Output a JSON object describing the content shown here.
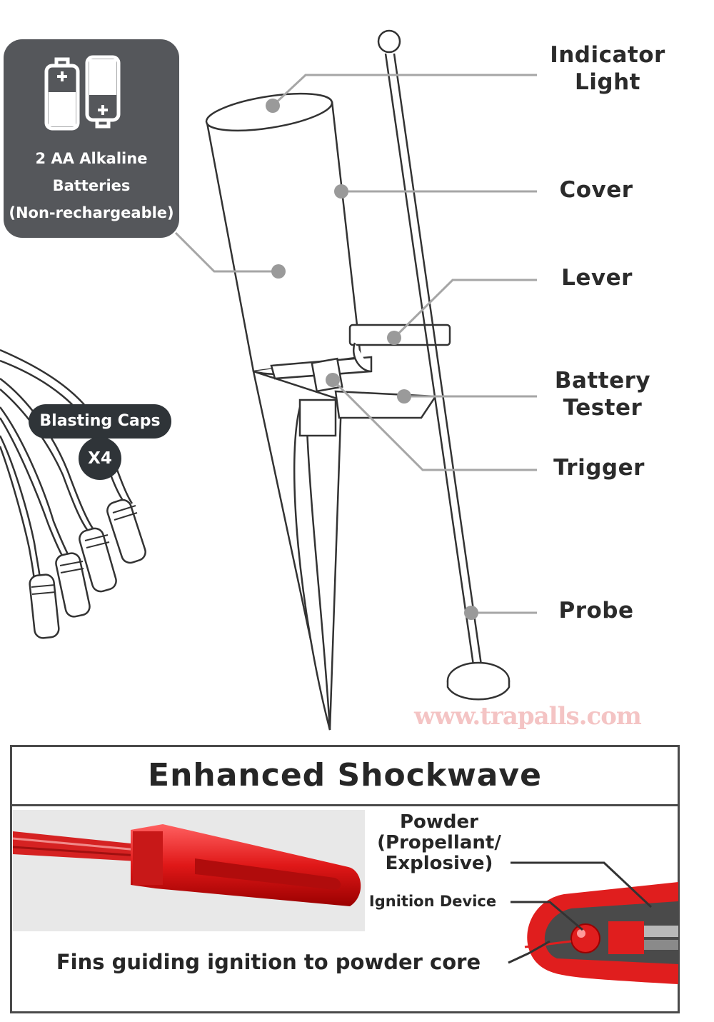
{
  "battery_box": {
    "lines": [
      "2 AA Alkaline",
      "Batteries",
      "(Non-rechargeable)"
    ],
    "icon": "aa-batteries-icon",
    "color": "#55575b"
  },
  "parts": {
    "indicator_light": [
      "Indicator",
      "Light"
    ],
    "cover": "Cover",
    "lever": "Lever",
    "battery_tester": [
      "Battery",
      "Tester"
    ],
    "trigger": "Trigger",
    "probe": "Probe"
  },
  "blasting_caps": {
    "label": "Blasting Caps",
    "count": "X4"
  },
  "watermark": "www.trapalls.com",
  "shockwave": {
    "title": "Enhanced Shockwave",
    "powder": [
      "Powder",
      "(Propellant/",
      "Explosive)"
    ],
    "ignition": "Ignition Device",
    "fins": "Fins guiding ignition to powder core",
    "accent": "#e02020"
  }
}
